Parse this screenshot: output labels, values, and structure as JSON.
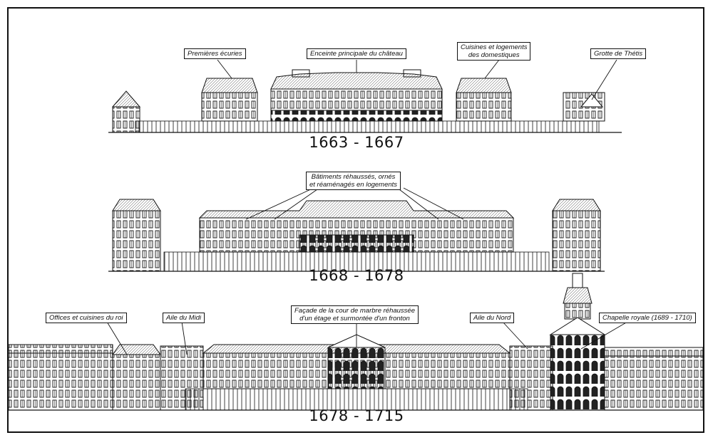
{
  "labels": {
    "premieres_ecuries": "Premières écuries",
    "enceinte": "Enceinte principale du château",
    "cuisines_l1": "Cuisines et logements",
    "cuisines_l2": "des domestiques",
    "grotte": "Grotte de Thétis",
    "batiments_l1": "Bâtiments réhaussés, ornés",
    "batiments_l2": "et réaménagés en logements",
    "offices": "Offices et cuisines du roi",
    "aile_midi": "Aile du Midi",
    "facade_l1": "Façade  de la cour de marbre réhaussée",
    "facade_l2": "d'un étage et surmontée d'un fronton",
    "aile_nord": "Aile du Nord",
    "chapelle": "Chapelle royale (1689 - 1710)"
  },
  "periods": {
    "p1": "1663 - 1667",
    "p2": "1668 - 1678",
    "p3": "1678 - 1715"
  }
}
